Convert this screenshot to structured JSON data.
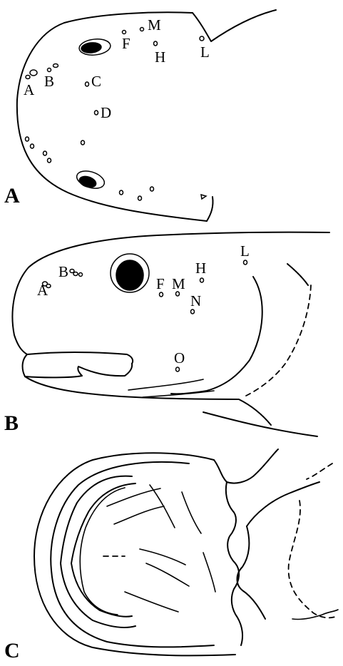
{
  "panels": [
    {
      "id": "A",
      "pore_labels": [
        "A",
        "B",
        "C",
        "D",
        "F",
        "H",
        "L",
        "M"
      ]
    },
    {
      "id": "B",
      "pore_labels": [
        "A",
        "B",
        "F",
        "H",
        "L",
        "M",
        "N",
        "O"
      ]
    },
    {
      "id": "C",
      "pore_labels": []
    }
  ]
}
